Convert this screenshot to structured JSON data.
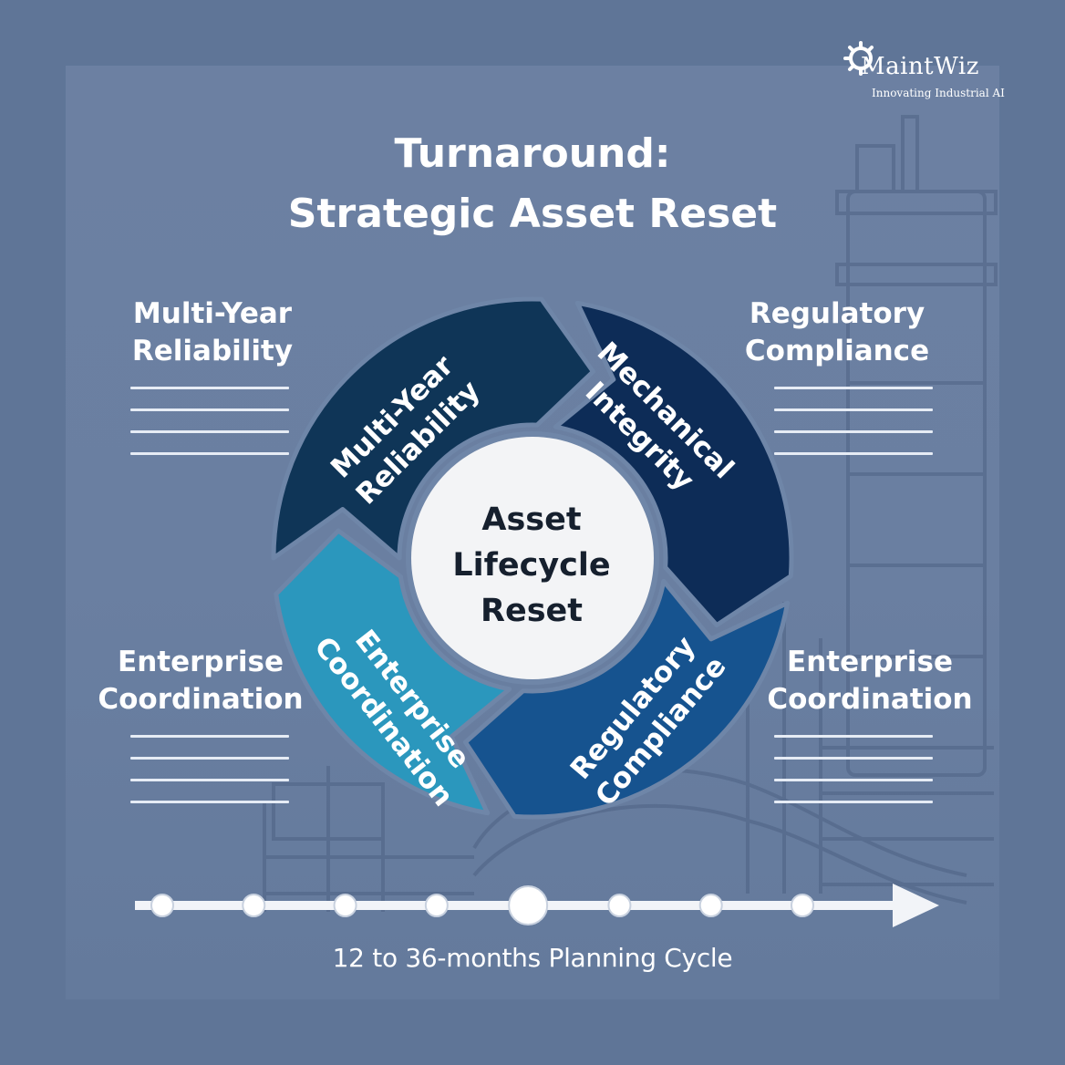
{
  "brand": {
    "name": "MaintWiz",
    "tagline": "Innovating Industrial AI",
    "logo_icon": "gear-icon"
  },
  "title": {
    "line1": "Turnaround:",
    "line2": "Strategic Asset Reset"
  },
  "side_labels": {
    "top_left": [
      "Multi-Year",
      "Reliability"
    ],
    "top_right": [
      "Regulatory",
      "Compliance"
    ],
    "bottom_left": [
      "Enterprise",
      "Coordination"
    ],
    "bottom_right": [
      "Enterprise",
      "Coordination"
    ]
  },
  "cycle": {
    "center": [
      "Asset",
      "Lifecycle",
      "Reset"
    ],
    "segments": [
      {
        "lines": [
          "Multi-Year",
          "Reliability"
        ],
        "color": "#0f3557"
      },
      {
        "lines": [
          "Mechanical",
          "Integrity"
        ],
        "color": "#0d2c57"
      },
      {
        "lines": [
          "Regulatory",
          "Compliance"
        ],
        "color": "#16538f"
      },
      {
        "lines": [
          "Enterprise",
          "Coordination"
        ],
        "color": "#2b97bd"
      }
    ]
  },
  "timeline": {
    "label": "12 to 36-months Planning Cycle",
    "dot_count": 8,
    "highlighted_dot": 5
  },
  "colors": {
    "background": "#5f7597",
    "panel": "#6a7fa1",
    "text": "#ffffff"
  }
}
